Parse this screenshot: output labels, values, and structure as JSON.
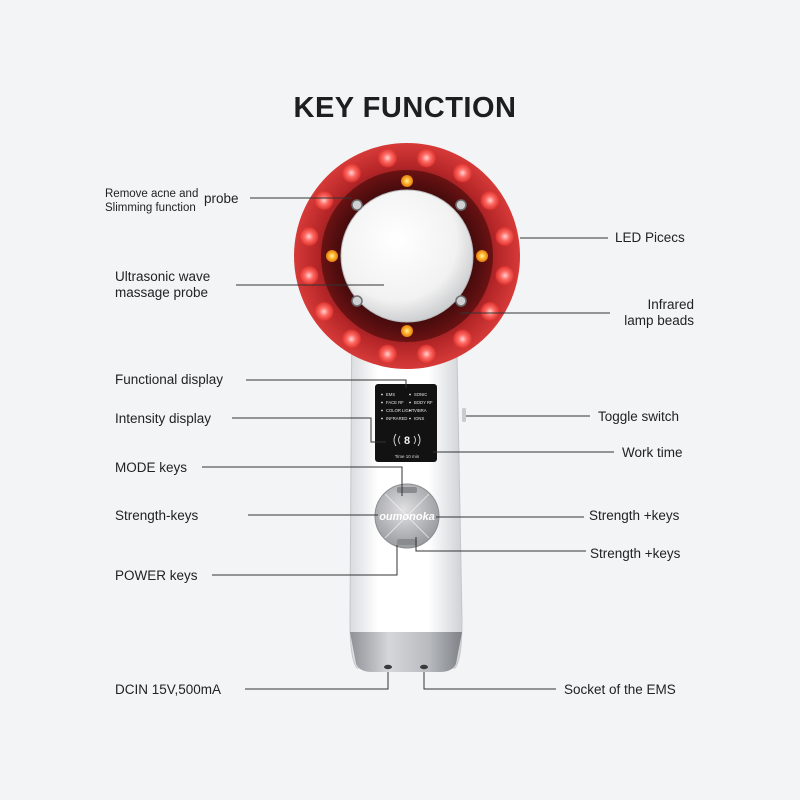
{
  "title": "KEY FUNCTION",
  "brand": "oumonoka",
  "screen": {
    "left_items": [
      "EMS",
      "FACE RF",
      "COLOR LIGHT",
      "INFRARED"
    ],
    "right_items": [
      "SONIC",
      "BODY RF",
      "VIBRA",
      "IONS"
    ],
    "digit": "8",
    "time_text": "Time 10 min"
  },
  "labels": {
    "remove_acne_line1": "Remove acne and",
    "remove_acne_line2": "Slimming function",
    "probe": "probe",
    "ultrasonic_line1": "Ultrasonic wave",
    "ultrasonic_line2": "massage probe",
    "led_pieces": "LED Picecs",
    "infrared_line1": "Infrared",
    "infrared_line2": "lamp beads",
    "functional_display": "Functional display",
    "intensity_display": "Intensity display",
    "toggle_switch": "Toggle switch",
    "work_time": "Work time",
    "mode_keys": "MODE keys",
    "strength_minus": "Strength-keys",
    "strength_plus_1": "Strength +keys",
    "strength_plus_2": "Strength +keys",
    "power_keys": "POWER keys",
    "dcin": "DCIN 15V,500mA",
    "socket_ems": "Socket of the EMS"
  },
  "colors": {
    "background": "#f3f4f6",
    "led_red": "#e8453f",
    "ring_dark_red": "#8c1c1d",
    "amber_led": "#ff9a1a",
    "body_white": "#ffffff",
    "display_black": "#121212",
    "leader_line": "#333333"
  }
}
